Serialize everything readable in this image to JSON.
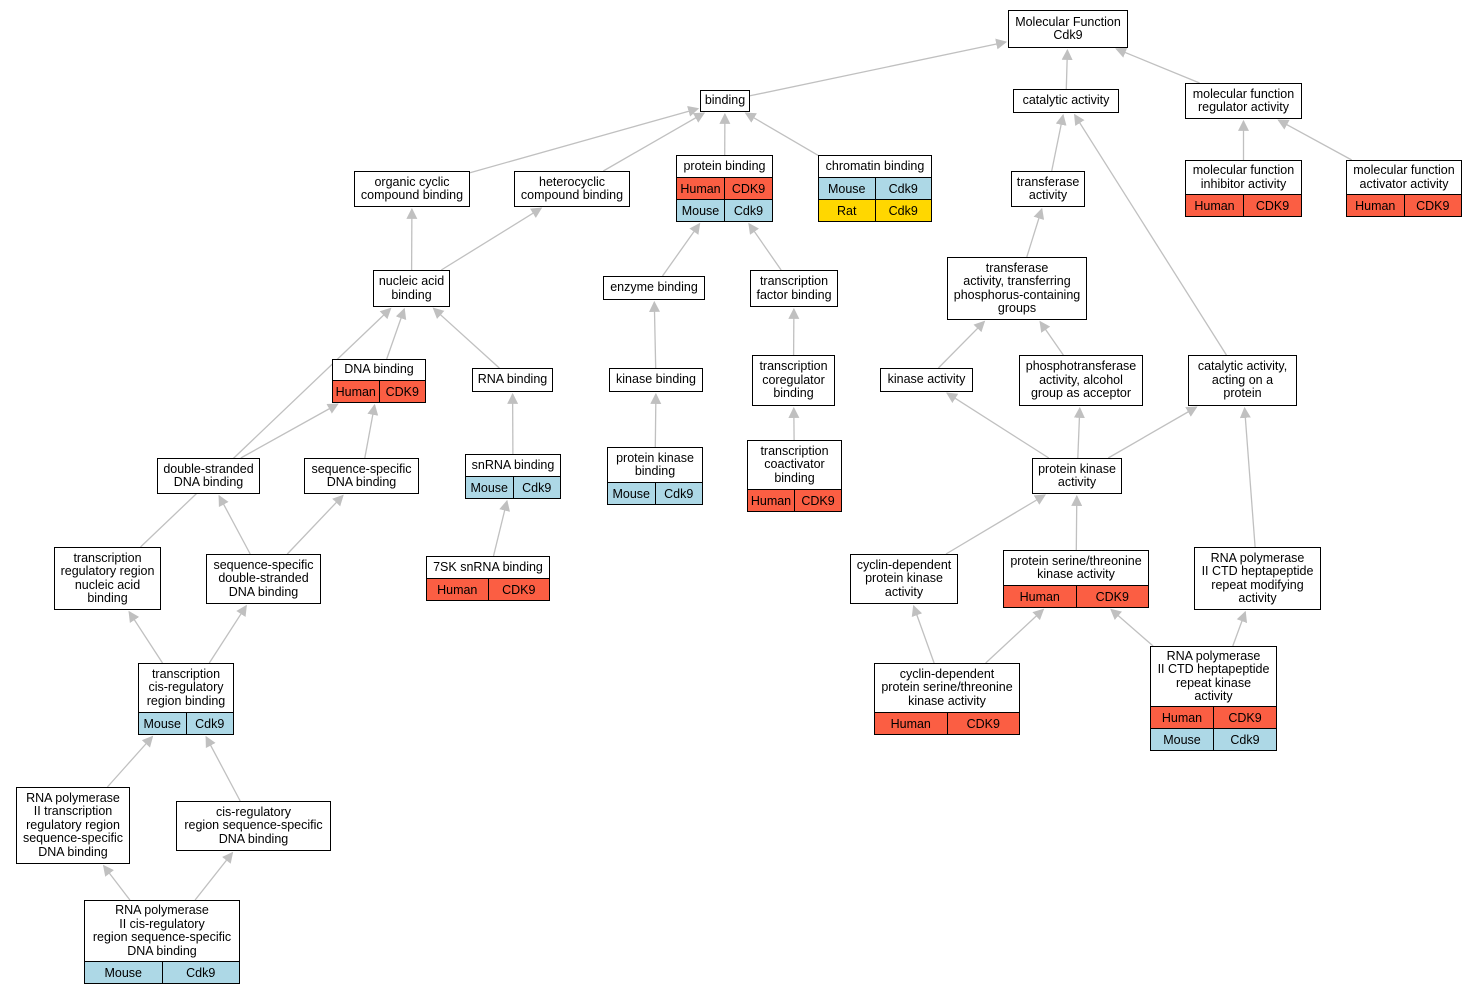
{
  "colors": {
    "human": "#fb5e43",
    "mouse": "#add8e6",
    "rat": "#ffd700",
    "edge": "#c0c0c0",
    "border": "#000000"
  },
  "nodes": [
    {
      "id": "mf",
      "lines": [
        "Molecular Function",
        "Cdk9"
      ],
      "rows": []
    },
    {
      "id": "binding",
      "lines": [
        "binding"
      ],
      "rows": []
    },
    {
      "id": "catalytic",
      "lines": [
        "catalytic activity"
      ],
      "rows": []
    },
    {
      "id": "mfreg",
      "lines": [
        "molecular function",
        "regulator activity"
      ],
      "rows": []
    },
    {
      "id": "orgcyc",
      "lines": [
        "organic cyclic",
        "compound binding"
      ],
      "rows": []
    },
    {
      "id": "hetcyc",
      "lines": [
        "heterocyclic",
        "compound binding"
      ],
      "rows": []
    },
    {
      "id": "protbind",
      "lines": [
        "protein binding"
      ],
      "rows": [
        [
          "Human",
          "CDK9",
          "human"
        ],
        [
          "Mouse",
          "Cdk9",
          "mouse"
        ]
      ]
    },
    {
      "id": "chrom",
      "lines": [
        "chromatin binding"
      ],
      "rows": [
        [
          "Mouse",
          "Cdk9",
          "mouse"
        ],
        [
          "Rat",
          "Cdk9",
          "rat"
        ]
      ]
    },
    {
      "id": "transf",
      "lines": [
        "transferase",
        "activity"
      ],
      "rows": []
    },
    {
      "id": "mfinh",
      "lines": [
        "molecular function",
        "inhibitor activity"
      ],
      "rows": [
        [
          "Human",
          "CDK9",
          "human"
        ]
      ]
    },
    {
      "id": "mfact",
      "lines": [
        "molecular function",
        "activator activity"
      ],
      "rows": [
        [
          "Human",
          "CDK9",
          "human"
        ]
      ]
    },
    {
      "id": "nucacid",
      "lines": [
        "nucleic acid",
        "binding"
      ],
      "rows": []
    },
    {
      "id": "enzbind",
      "lines": [
        "enzyme binding"
      ],
      "rows": []
    },
    {
      "id": "tfbind",
      "lines": [
        "transcription",
        "factor binding"
      ],
      "rows": []
    },
    {
      "id": "transfphos",
      "lines": [
        "transferase",
        "activity, transferring",
        "phosphorus-containing",
        "groups"
      ],
      "rows": []
    },
    {
      "id": "dnabind",
      "lines": [
        "DNA binding"
      ],
      "rows": [
        [
          "Human",
          "CDK9",
          "human"
        ]
      ]
    },
    {
      "id": "rnabind",
      "lines": [
        "RNA binding"
      ],
      "rows": []
    },
    {
      "id": "kinbind",
      "lines": [
        "kinase binding"
      ],
      "rows": []
    },
    {
      "id": "tcoreg",
      "lines": [
        "transcription",
        "coregulator",
        "binding"
      ],
      "rows": []
    },
    {
      "id": "kinact",
      "lines": [
        "kinase activity"
      ],
      "rows": []
    },
    {
      "id": "phosalc",
      "lines": [
        "phosphotransferase",
        "activity, alcohol",
        "group as acceptor"
      ],
      "rows": []
    },
    {
      "id": "catprot",
      "lines": [
        "catalytic activity,",
        "acting on a",
        "protein"
      ],
      "rows": []
    },
    {
      "id": "dsdna",
      "lines": [
        "double-stranded",
        "DNA binding"
      ],
      "rows": []
    },
    {
      "id": "seqdna",
      "lines": [
        "sequence-specific",
        "DNA binding"
      ],
      "rows": []
    },
    {
      "id": "snrna",
      "lines": [
        "snRNA binding"
      ],
      "rows": [
        [
          "Mouse",
          "Cdk9",
          "mouse"
        ]
      ]
    },
    {
      "id": "protkinbind",
      "lines": [
        "protein kinase",
        "binding"
      ],
      "rows": [
        [
          "Mouse",
          "Cdk9",
          "mouse"
        ]
      ]
    },
    {
      "id": "tcoact",
      "lines": [
        "transcription",
        "coactivator",
        "binding"
      ],
      "rows": [
        [
          "Human",
          "CDK9",
          "human"
        ]
      ]
    },
    {
      "id": "protkin",
      "lines": [
        "protein kinase",
        "activity"
      ],
      "rows": []
    },
    {
      "id": "tregnuc",
      "lines": [
        "transcription",
        "regulatory region",
        "nucleic acid",
        "binding"
      ],
      "rows": []
    },
    {
      "id": "seqdsdna",
      "lines": [
        "sequence-specific",
        "double-stranded",
        "DNA binding"
      ],
      "rows": []
    },
    {
      "id": "sk7",
      "lines": [
        "7SK snRNA binding"
      ],
      "rows": [
        [
          "Human",
          "CDK9",
          "human"
        ]
      ]
    },
    {
      "id": "cdk",
      "lines": [
        "cyclin-dependent",
        "protein kinase",
        "activity"
      ],
      "rows": []
    },
    {
      "id": "stk",
      "lines": [
        "protein serine/threonine",
        "kinase activity"
      ],
      "rows": [
        [
          "Human",
          "CDK9",
          "human"
        ]
      ]
    },
    {
      "id": "ctdmod",
      "lines": [
        "RNA polymerase",
        "II CTD heptapeptide",
        "repeat modifying",
        "activity"
      ],
      "rows": []
    },
    {
      "id": "cisreg",
      "lines": [
        "transcription",
        "cis-regulatory",
        "region binding"
      ],
      "rows": [
        [
          "Mouse",
          "Cdk9",
          "mouse"
        ]
      ]
    },
    {
      "id": "cdkst",
      "lines": [
        "cyclin-dependent",
        "protein serine/threonine",
        "kinase activity"
      ],
      "rows": [
        [
          "Human",
          "CDK9",
          "human"
        ]
      ]
    },
    {
      "id": "ctdkin",
      "lines": [
        "RNA polymerase",
        "II CTD heptapeptide",
        "repeat kinase",
        "activity"
      ],
      "rows": [
        [
          "Human",
          "CDK9",
          "human"
        ],
        [
          "Mouse",
          "Cdk9",
          "mouse"
        ]
      ]
    },
    {
      "id": "rnap2tr",
      "lines": [
        "RNA polymerase",
        "II transcription",
        "regulatory region",
        "sequence-specific",
        "DNA binding"
      ],
      "rows": []
    },
    {
      "id": "cisregseq",
      "lines": [
        "cis-regulatory",
        "region sequence-specific",
        "DNA binding"
      ],
      "rows": []
    },
    {
      "id": "rnap2cis",
      "lines": [
        "RNA polymerase",
        "II cis-regulatory",
        "region sequence-specific",
        "DNA binding"
      ],
      "rows": [
        [
          "Mouse",
          "Cdk9",
          "mouse"
        ]
      ]
    }
  ],
  "edges": [
    [
      "binding",
      "mf"
    ],
    [
      "catalytic",
      "mf"
    ],
    [
      "mfreg",
      "mf"
    ],
    [
      "orgcyc",
      "binding"
    ],
    [
      "hetcyc",
      "binding"
    ],
    [
      "protbind",
      "binding"
    ],
    [
      "chrom",
      "binding"
    ],
    [
      "transf",
      "catalytic"
    ],
    [
      "catprot",
      "catalytic"
    ],
    [
      "mfinh",
      "mfreg"
    ],
    [
      "mfact",
      "mfreg"
    ],
    [
      "nucacid",
      "orgcyc"
    ],
    [
      "nucacid",
      "hetcyc"
    ],
    [
      "enzbind",
      "protbind"
    ],
    [
      "tfbind",
      "protbind"
    ],
    [
      "transfphos",
      "transf"
    ],
    [
      "dnabind",
      "nucacid"
    ],
    [
      "rnabind",
      "nucacid"
    ],
    [
      "tregnuc",
      "nucacid"
    ],
    [
      "kinbind",
      "enzbind"
    ],
    [
      "tcoreg",
      "tfbind"
    ],
    [
      "kinact",
      "transfphos"
    ],
    [
      "phosalc",
      "transfphos"
    ],
    [
      "dsdna",
      "dnabind"
    ],
    [
      "seqdna",
      "dnabind"
    ],
    [
      "snrna",
      "rnabind"
    ],
    [
      "protkinbind",
      "kinbind"
    ],
    [
      "tcoact",
      "tcoreg"
    ],
    [
      "protkin",
      "kinact"
    ],
    [
      "protkin",
      "phosalc"
    ],
    [
      "protkin",
      "catprot"
    ],
    [
      "seqdsdna",
      "dsdna"
    ],
    [
      "seqdsdna",
      "seqdna"
    ],
    [
      "sk7",
      "snrna"
    ],
    [
      "cdk",
      "protkin"
    ],
    [
      "stk",
      "protkin"
    ],
    [
      "ctdmod",
      "catprot"
    ],
    [
      "cisreg",
      "tregnuc"
    ],
    [
      "cisreg",
      "seqdsdna"
    ],
    [
      "cdkst",
      "cdk"
    ],
    [
      "cdkst",
      "stk"
    ],
    [
      "ctdkin",
      "stk"
    ],
    [
      "ctdkin",
      "ctdmod"
    ],
    [
      "rnap2tr",
      "cisreg"
    ],
    [
      "cisregseq",
      "cisreg"
    ],
    [
      "rnap2cis",
      "rnap2tr"
    ],
    [
      "rnap2cis",
      "cisregseq"
    ]
  ]
}
